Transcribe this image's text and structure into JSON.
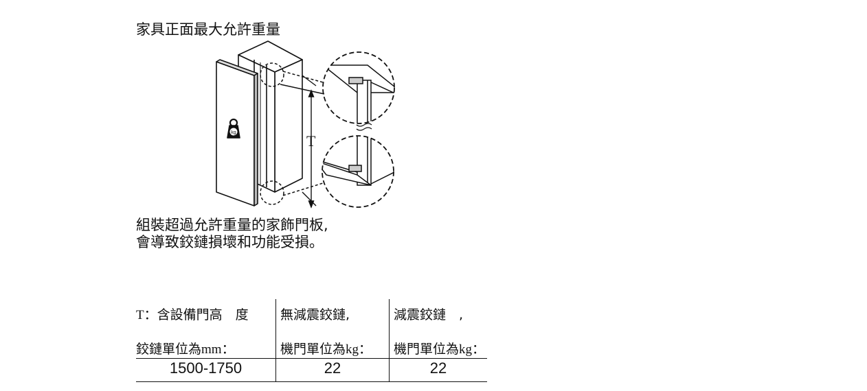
{
  "heading": "家具正面最大允許重量",
  "figure": {
    "dimension_label": "T",
    "weight_icon_text": "kg"
  },
  "warning": {
    "line1": "組裝超過允許重量的家飾門板,",
    "line2": "會導致鉸鏈損壞和功能受損。"
  },
  "table": {
    "header_row1": {
      "col1_prefix": "T",
      "col1_rest": "：含設備門高　度",
      "col2": "無減震鉸鏈,",
      "col3": "減震鉸鏈　,"
    },
    "header_row2": {
      "col1_cjk": "鉸鏈單位為",
      "col1_unit": "mm",
      "col1_colon": "：",
      "col2_cjk": "機門單位為",
      "col2_unit": "kg",
      "col2_colon": "：",
      "col3_cjk": "機門單位為",
      "col3_unit": "kg",
      "col3_colon": "："
    },
    "data_row": {
      "height_range": "1500-1750",
      "weight_no_damper": "22",
      "weight_damper": "22"
    }
  }
}
